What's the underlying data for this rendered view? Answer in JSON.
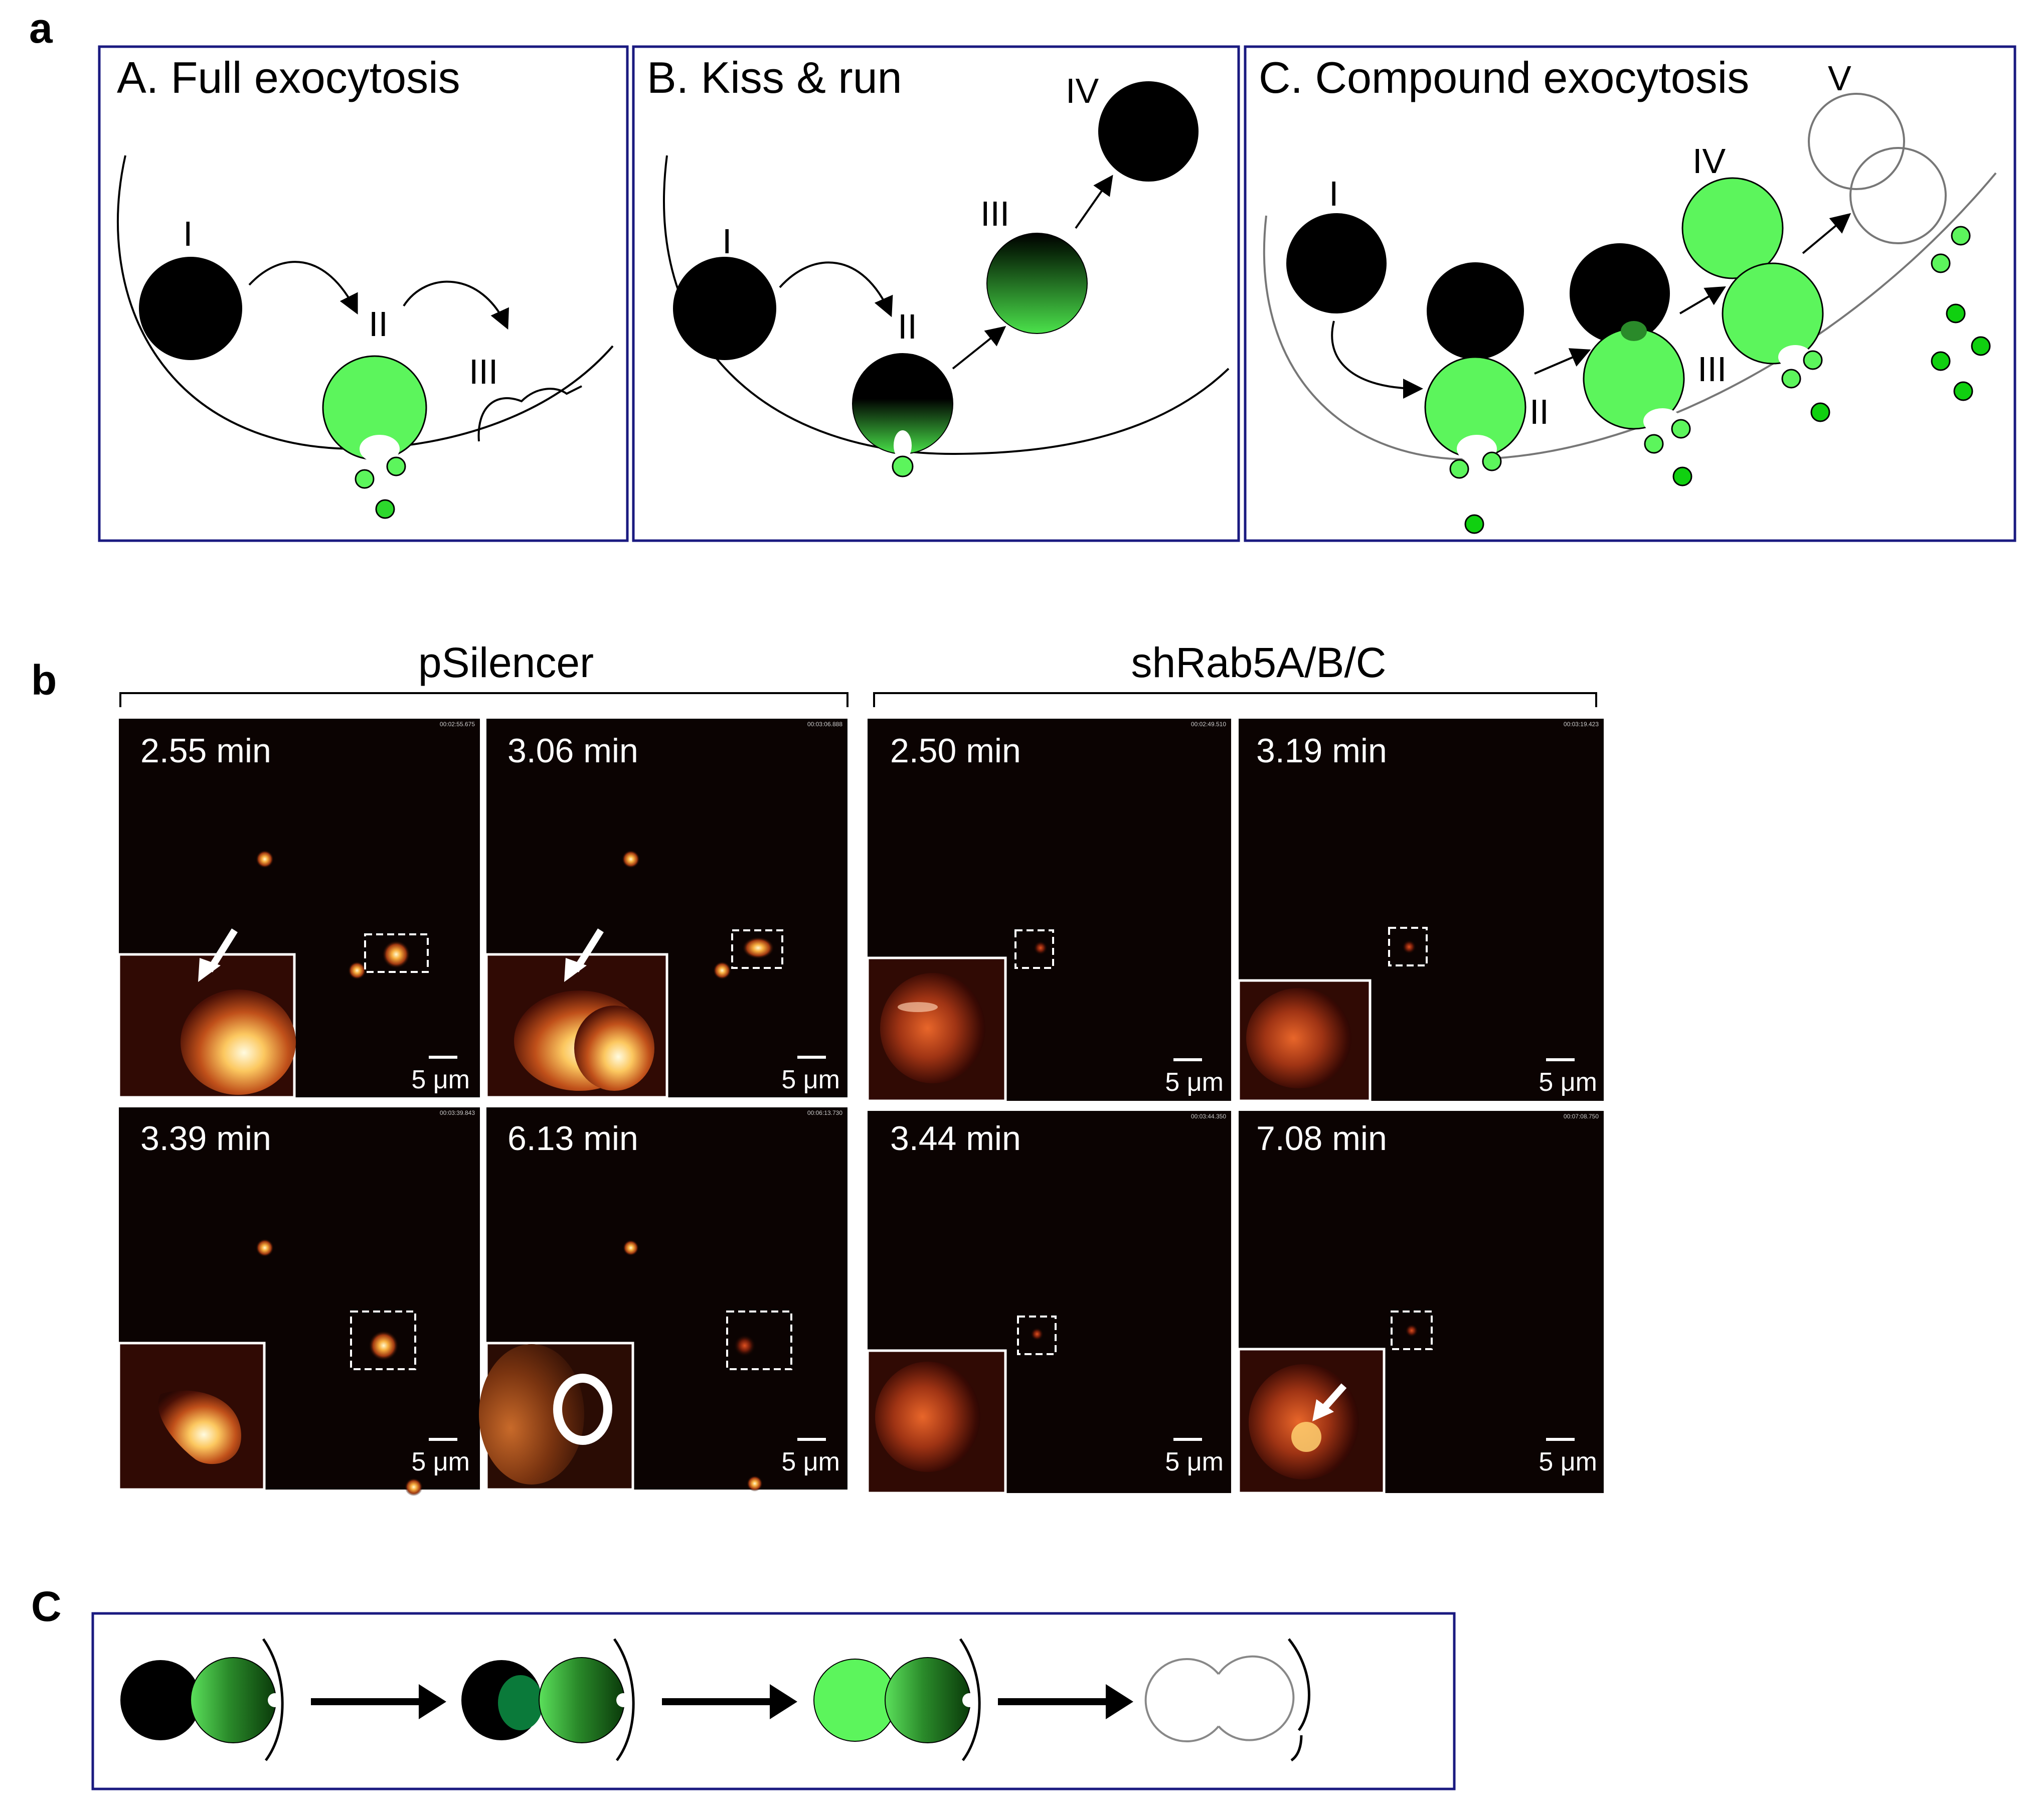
{
  "panel_labels": {
    "a": "a",
    "b": "b",
    "c": "C"
  },
  "panel_a": {
    "A": {
      "title": "A. Full exocytosis",
      "steps": [
        "I",
        "II",
        "III"
      ]
    },
    "B": {
      "title": "B. Kiss & run",
      "steps": [
        "I",
        "II",
        "III",
        "IV"
      ]
    },
    "C": {
      "title": "C. Compound exocytosis",
      "steps": [
        "I",
        "II",
        "III",
        "IV",
        "V"
      ]
    }
  },
  "panel_b": {
    "group_left": "pSilencer",
    "group_right": "shRab5A/B/C",
    "scale_label": "5 μm",
    "tiles": [
      {
        "time": "2.55 min",
        "stamp": "00:02:55.675"
      },
      {
        "time": "3.06 min",
        "stamp": "00:03:06.888"
      },
      {
        "time": "2.50 min",
        "stamp": "00:02:49.510"
      },
      {
        "time": "3.19 min",
        "stamp": "00:03:19.423"
      },
      {
        "time": "3.39 min",
        "stamp": "00:03:39.843"
      },
      {
        "time": "6.13 min",
        "stamp": "00:06:13.730"
      },
      {
        "time": "3.44 min",
        "stamp": "00:03:44.350"
      },
      {
        "time": "7.08 min",
        "stamp": "00:07:08.750"
      }
    ]
  },
  "colors": {
    "frame": "#1a1a80",
    "vesicle_green": "#5cf55c",
    "vesicle_dark": "#000000",
    "micrograph_bg": "#0b0302"
  }
}
